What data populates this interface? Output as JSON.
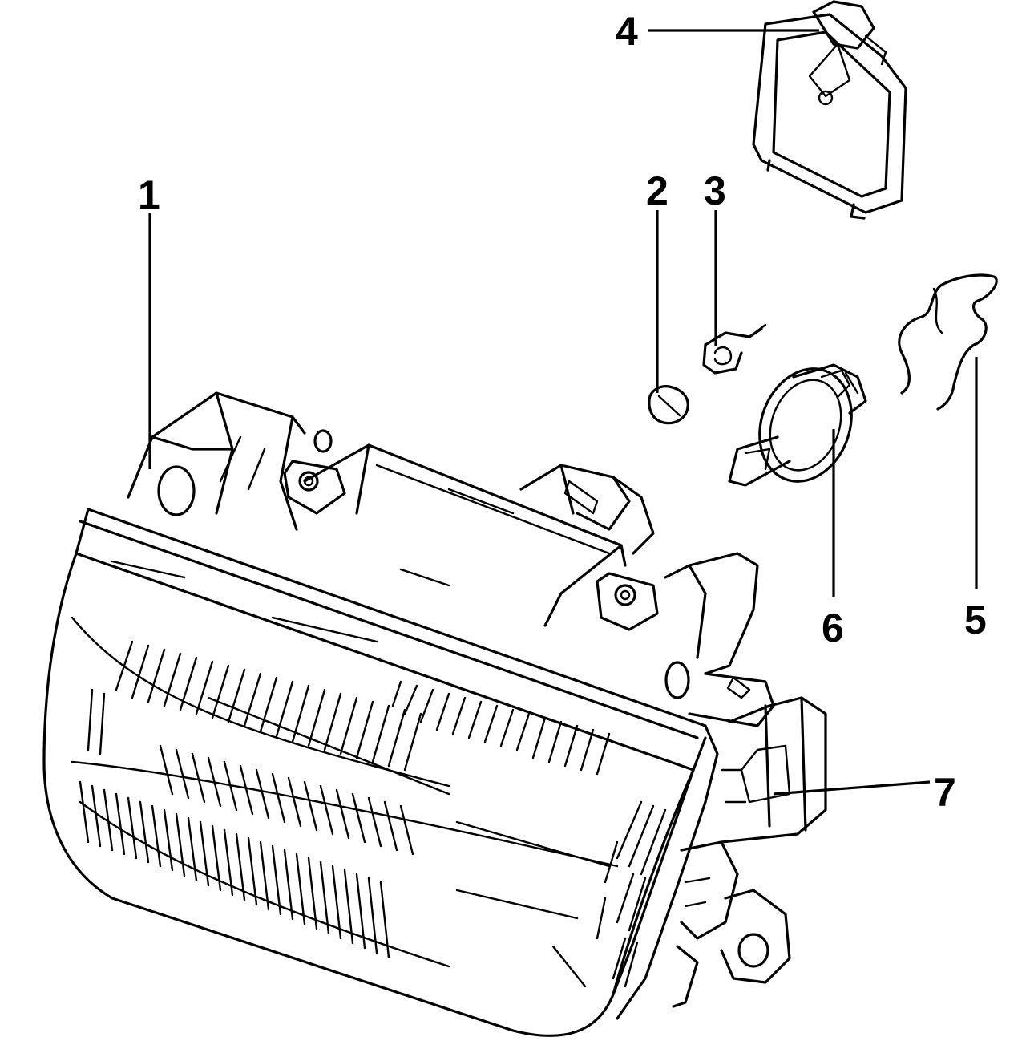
{
  "diagram": {
    "callouts": [
      {
        "id": "1",
        "text": "1"
      },
      {
        "id": "2",
        "text": "2"
      },
      {
        "id": "3",
        "text": "3"
      },
      {
        "id": "4",
        "text": "4"
      },
      {
        "id": "5",
        "text": "5"
      },
      {
        "id": "6",
        "text": "6"
      },
      {
        "id": "7",
        "text": "7"
      }
    ],
    "line_color": "#000000",
    "background_color": "#ffffff"
  }
}
